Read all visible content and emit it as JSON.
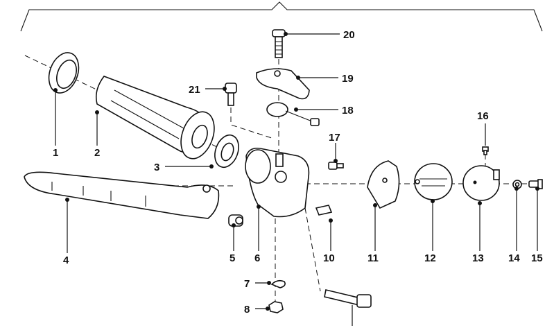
{
  "callouts": [
    {
      "id": "p1",
      "label": "1"
    },
    {
      "id": "p2",
      "label": "2"
    },
    {
      "id": "p3",
      "label": "3"
    },
    {
      "id": "p4",
      "label": "4"
    },
    {
      "id": "p5",
      "label": "5"
    },
    {
      "id": "p6",
      "label": "6"
    },
    {
      "id": "p7",
      "label": "7"
    },
    {
      "id": "p8",
      "label": "8"
    },
    {
      "id": "p10",
      "label": "10"
    },
    {
      "id": "p11",
      "label": "11"
    },
    {
      "id": "p12",
      "label": "12"
    },
    {
      "id": "p13",
      "label": "13"
    },
    {
      "id": "p14",
      "label": "14"
    },
    {
      "id": "p15",
      "label": "15"
    },
    {
      "id": "p16",
      "label": "16"
    },
    {
      "id": "p17",
      "label": "17"
    },
    {
      "id": "p18",
      "label": "18"
    },
    {
      "id": "p19",
      "label": "19"
    },
    {
      "id": "p20",
      "label": "20"
    },
    {
      "id": "p21",
      "label": "21"
    }
  ]
}
